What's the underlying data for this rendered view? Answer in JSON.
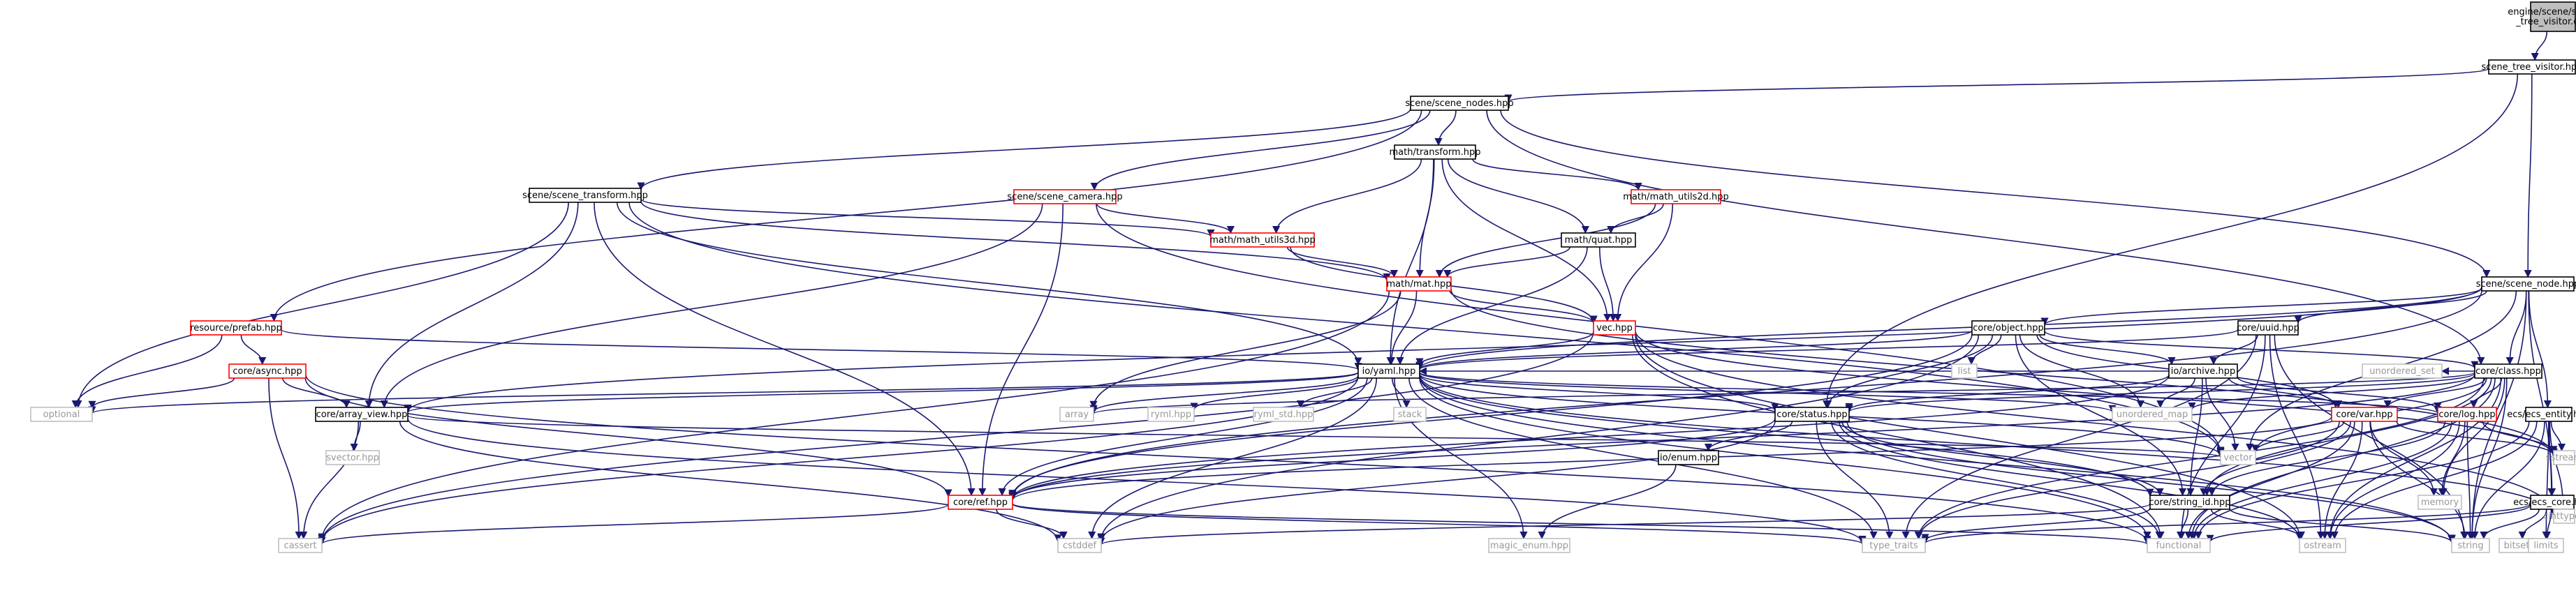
{
  "colors": {
    "edge": "#191970",
    "label_dark": "#000000",
    "label_gray": "#999999",
    "border_black": "#000000",
    "border_red": "#ff0000",
    "border_gray": "#bfbfbf",
    "root_fill": "#bfbfbf"
  },
  "nodes": {
    "root": "engine/scene/scene\n_tree_visitor.cpp",
    "visitor": "scene_tree_visitor.hpp",
    "nodes": "scene/scene_nodes.hpp",
    "transform_m": "math/transform.hpp",
    "scene_transform": "scene/scene_transform.hpp",
    "scene_camera": "scene/scene_camera.hpp",
    "math_utils2d": "math/math_utils2d.hpp",
    "math_utils3d": "math/math_utils3d.hpp",
    "quat": "math/quat.hpp",
    "mat": "math/mat.hpp",
    "scene_node": "scene/scene_node.hpp",
    "prefab": "resource/prefab.hpp",
    "vec": "vec.hpp",
    "object": "core/object.hpp",
    "uuid": "core/uuid.hpp",
    "async": "core/async.hpp",
    "yaml": "io/yaml.hpp",
    "archive": "io/archive.hpp",
    "class": "core/class.hpp",
    "ecs_entity": "ecs/ecs_entity.hpp",
    "optional": "optional",
    "array_view": "core/array_view.hpp",
    "array": "array",
    "ryml": "ryml.hpp",
    "ryml_std": "ryml_std.hpp",
    "stack": "stack",
    "list": "list",
    "unordered_map": "unordered_map",
    "unordered_set": "unordered_set",
    "status": "core/status.hpp",
    "var": "core/var.hpp",
    "log": "core/log.hpp",
    "sstream": "sstream",
    "ecs_core": "ecs/ecs_core.hpp",
    "svector": "svector.hpp",
    "enum": "io/enum.hpp",
    "ref": "core/ref.hpp",
    "string_id": "core/string_id.hpp",
    "vector": "vector",
    "memory": "memory",
    "cassert": "cassert",
    "cstddef": "cstddef",
    "magic_enum": "magic_enum.hpp",
    "type_traits": "type_traits",
    "functional": "functional",
    "ostream": "ostream",
    "string": "string",
    "bitset": "bitset",
    "limits": "limits",
    "cinttypes": "cinttypes"
  }
}
